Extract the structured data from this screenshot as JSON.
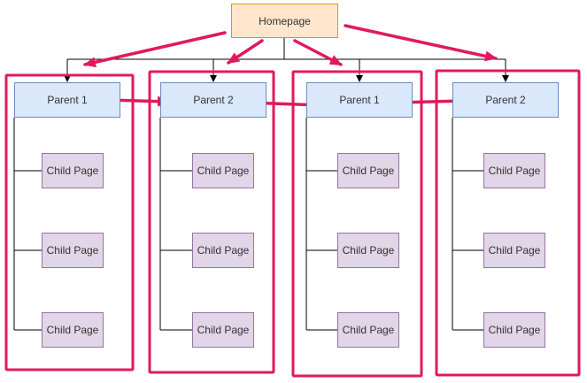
{
  "diagram": {
    "homepage": {
      "label": "Homepage"
    },
    "columns": [
      {
        "parent": "Parent 1",
        "children": [
          "Child Page",
          "Child Page",
          "Child Page"
        ]
      },
      {
        "parent": "Parent 2",
        "children": [
          "Child Page",
          "Child Page",
          "Child Page"
        ]
      },
      {
        "parent": "Parent 1",
        "children": [
          "Child Page",
          "Child Page",
          "Child Page"
        ]
      },
      {
        "parent": "Parent 2",
        "children": [
          "Child Page",
          "Child Page",
          "Child Page"
        ]
      }
    ],
    "colors": {
      "homepage_fill": "#ffe6cc",
      "homepage_border": "#d79b00",
      "parent_fill": "#dae8fc",
      "parent_border": "#6c8ebf",
      "child_fill": "#e1d5e7",
      "child_border": "#9673a6",
      "highlight": "#e0195f",
      "connector": "#000000"
    }
  }
}
